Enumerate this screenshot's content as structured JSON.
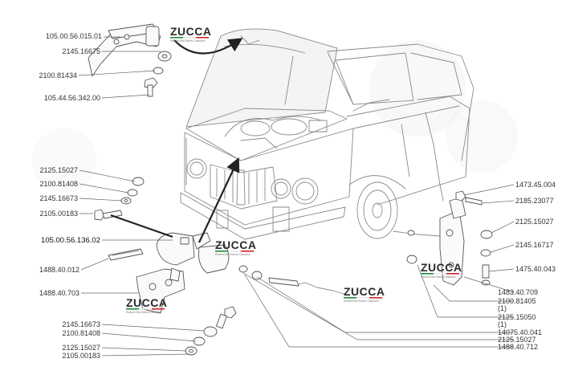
{
  "brand": {
    "logo_text": "ZUCCA",
    "logo_tagline": "Ricambi Alfa Romeo Classiche",
    "flag_colors": [
      "#1f8a3c",
      "#e9e9e9",
      "#d3232a"
    ]
  },
  "labels_left": [
    "105.00.56.015.01",
    "2145.16675",
    "2100.81434",
    "105.44.56.342.00",
    "2125.15027",
    "2100.81408",
    "2145.16673",
    "2105.00183",
    "105.00.56.136.02",
    "1488.40.012",
    "1488.40.703",
    "2145.16673",
    "2100.81408",
    "2125.15027",
    "2105.00183"
  ],
  "labels_right": [
    "1473.45.004",
    "2185.23077",
    "2125.15027",
    "2145.16717",
    "1475.40.043",
    "1483.40.709",
    "2100.81405",
    "(1)",
    "2125.15050",
    "(1)",
    "14075.40.041",
    "2125.15027",
    "1488.40.712"
  ]
}
